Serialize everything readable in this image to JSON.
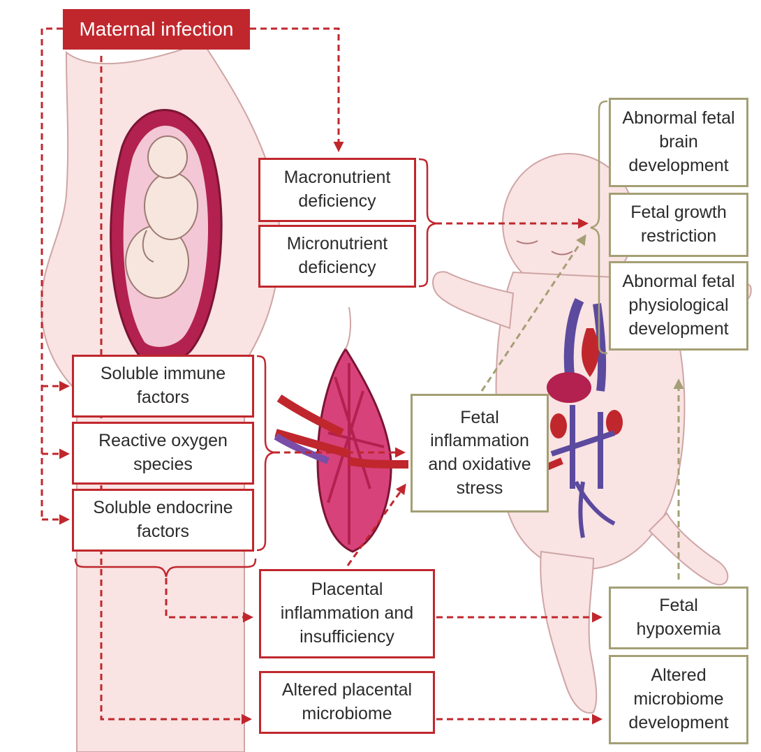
{
  "title": "Maternal infection",
  "nutrition": [
    "Macronutrient\ndeficiency",
    "Micronutrient\ndeficiency"
  ],
  "maternal_factors": [
    "Soluble immune\nfactors",
    "Reactive oxygen\nspecies",
    "Soluble endocrine\nfactors"
  ],
  "fetal_inflammation": "Fetal\ninflammation\nand oxidative\nstress",
  "placental": [
    "Placental\ninflammation and\ninsufficiency",
    "Altered placental\nmicrobiome"
  ],
  "outcomes": [
    "Abnormal fetal\nbrain\ndevelopment",
    "Fetal growth\nrestriction",
    "Abnormal fetal\nphysiological\ndevelopment",
    "Fetal\nhypoxemia",
    "Altered\nmicrobiome\ndevelopment"
  ],
  "colors": {
    "red": "#c0272d",
    "olive": "#a49f74",
    "skin": "#f9e3e3",
    "uterus": "#b2214f",
    "vein": "#5b4a9e"
  }
}
